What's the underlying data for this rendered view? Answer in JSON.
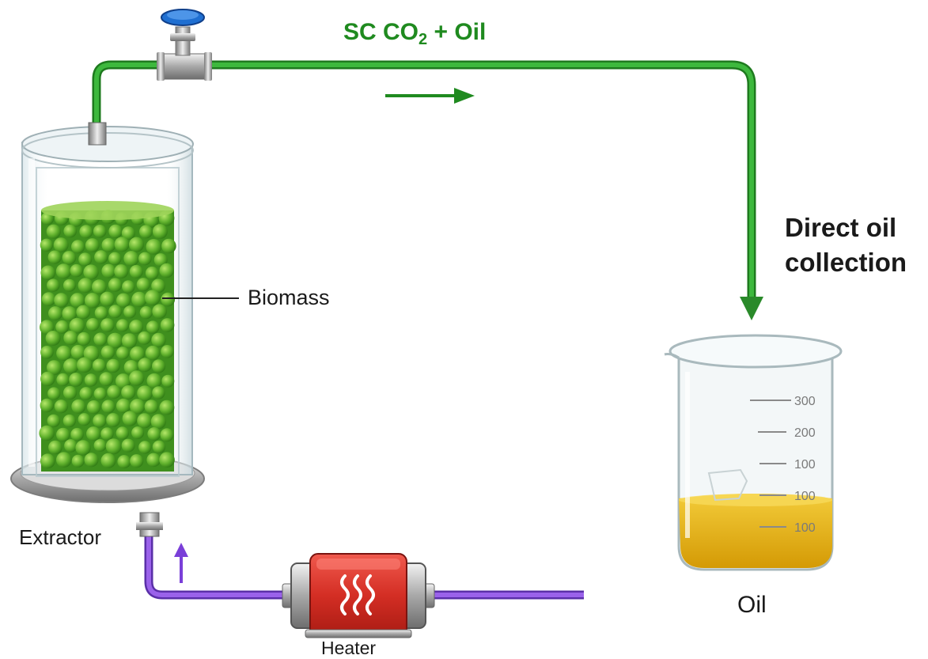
{
  "labels": {
    "flow_prefix": "SC CO",
    "flow_sub": "2",
    "flow_suffix": " + Oil",
    "direct_line1": "Direct oil",
    "direct_line2": "collection",
    "biomass": "Biomass",
    "extractor": "Extractor",
    "heater": "Heater",
    "oil": "Oil"
  },
  "beaker_scale": [
    "300",
    "200",
    "100",
    "100",
    "100"
  ],
  "colors": {
    "output_line": "#2e9a2e",
    "input_line": "#8a4fd8",
    "biomass": "#6fbf3a",
    "oil": "#e8b20c",
    "heater": "#d9332a",
    "valve_handle": "#1f6fd1"
  },
  "icons": [
    "valve-icon",
    "heat-waves-icon",
    "flow-arrow-icon"
  ]
}
